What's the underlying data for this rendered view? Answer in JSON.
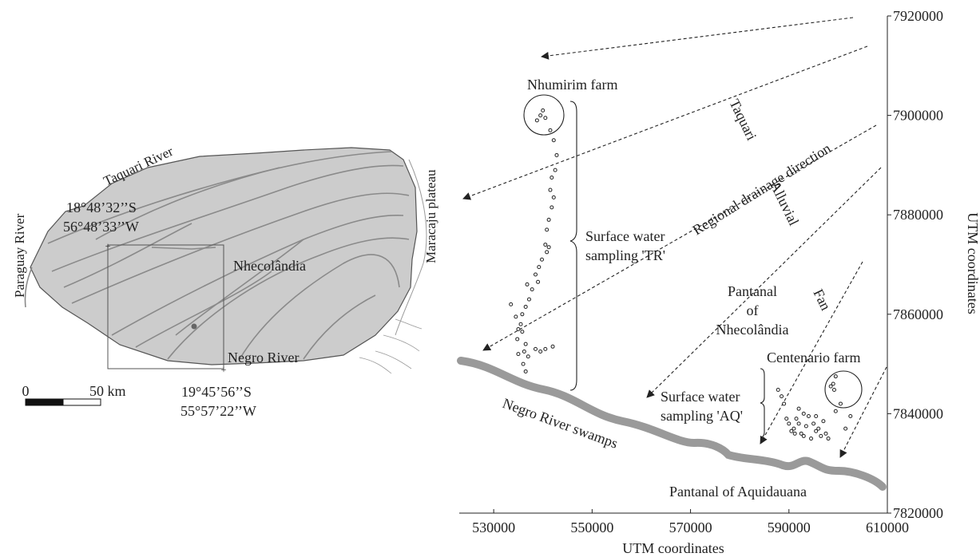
{
  "colors": {
    "region_fill": "#cccccc",
    "river": "#8a8a8a",
    "swamp": "#9a9a9a",
    "ink": "#222222"
  },
  "left_map": {
    "labels": {
      "taquari_river": "Taquari River",
      "paraguay_river": "Paraguay River",
      "maracaju_plateau": "Maracaju plateau",
      "nhecolandia": "Nhecolândia",
      "negro_river": "Negro River",
      "corner_nw_lat": "18°48’32’’S",
      "corner_nw_lon": "56°48’33’’W",
      "corner_se_lat": "19°45’56’’S",
      "corner_se_lon": "55°57’22’’W"
    },
    "scale": {
      "zero": "0",
      "label": "50 km"
    }
  },
  "right_map": {
    "labels": {
      "nhumirim_farm": "Nhumirim farm",
      "centenario_farm": "Centenario farm",
      "surface_tr_1": "Surface water",
      "surface_tr_2": "sampling 'TR'",
      "surface_aq_1": "Surface water",
      "surface_aq_2": "sampling 'AQ'",
      "taquari": "Taquari",
      "alluvial": "Alluvial",
      "fan": "Fan",
      "regional_drainage": "Regional drainage direction",
      "pantanal_nhec_1": "Pantanal",
      "pantanal_nhec_2": "of",
      "pantanal_nhec_3": "Nhecolândia",
      "negro_swamps": "Negro River swamps",
      "pantanal_aquidauana": "Pantanal of Aquidauana"
    },
    "x_axis": {
      "label": "UTM coordinates",
      "range": [
        523000,
        610000
      ],
      "ticks": [
        530000,
        550000,
        570000,
        590000,
        610000
      ],
      "tick_labels": [
        "530000",
        "550000",
        "570000",
        "590000",
        "610000"
      ]
    },
    "y_axis": {
      "label": "UTM coordinates",
      "range": [
        7820000,
        7920000
      ],
      "ticks": [
        7820000,
        7840000,
        7860000,
        7880000,
        7900000,
        7920000
      ],
      "tick_labels": [
        "7820000",
        "7840000",
        "7860000",
        "7880000",
        "7900000",
        "7920000"
      ]
    },
    "tr_points": [
      [
        540000,
        7901000
      ],
      [
        539500,
        7900000
      ],
      [
        538800,
        7899000
      ],
      [
        540500,
        7899500
      ],
      [
        541500,
        7897000
      ],
      [
        542200,
        7895000
      ],
      [
        542800,
        7892000
      ],
      [
        542500,
        7889000
      ],
      [
        541800,
        7887500
      ],
      [
        541500,
        7885000
      ],
      [
        542200,
        7883500
      ],
      [
        541800,
        7881500
      ],
      [
        541200,
        7879000
      ],
      [
        540800,
        7877000
      ],
      [
        540500,
        7874000
      ],
      [
        541200,
        7873500
      ],
      [
        540800,
        7872500
      ],
      [
        539800,
        7871000
      ],
      [
        539200,
        7869500
      ],
      [
        538500,
        7868000
      ],
      [
        539000,
        7866500
      ],
      [
        537800,
        7865000
      ],
      [
        537200,
        7863000
      ],
      [
        536500,
        7861500
      ],
      [
        535800,
        7860000
      ],
      [
        535500,
        7858000
      ],
      [
        535000,
        7857000
      ],
      [
        535800,
        7856500
      ],
      [
        534800,
        7855000
      ],
      [
        536500,
        7854000
      ],
      [
        538500,
        7853000
      ],
      [
        539500,
        7852500
      ],
      [
        540500,
        7853000
      ],
      [
        542000,
        7853500
      ],
      [
        536000,
        7850000
      ],
      [
        536500,
        7848500
      ],
      [
        537000,
        7851500
      ],
      [
        536200,
        7852500
      ],
      [
        535000,
        7852000
      ],
      [
        533500,
        7862000
      ],
      [
        534500,
        7859500
      ],
      [
        536800,
        7866000
      ]
    ],
    "aq_points": [
      [
        599500,
        7847500
      ],
      [
        599000,
        7846000
      ],
      [
        598500,
        7845500
      ],
      [
        599200,
        7844800
      ],
      [
        593000,
        7840000
      ],
      [
        592000,
        7838000
      ],
      [
        591000,
        7837000
      ],
      [
        590500,
        7836500
      ],
      [
        591500,
        7839000
      ],
      [
        592500,
        7836000
      ],
      [
        593500,
        7837500
      ],
      [
        594000,
        7839500
      ],
      [
        595000,
        7838000
      ],
      [
        595500,
        7836500
      ],
      [
        596000,
        7837000
      ],
      [
        597000,
        7838500
      ],
      [
        597500,
        7836000
      ],
      [
        596500,
        7835500
      ],
      [
        594500,
        7835000
      ],
      [
        593000,
        7835500
      ],
      [
        590000,
        7838000
      ],
      [
        589500,
        7839000
      ],
      [
        592000,
        7841000
      ],
      [
        589000,
        7842000
      ],
      [
        588500,
        7843500
      ],
      [
        587800,
        7844800
      ],
      [
        599500,
        7840500
      ],
      [
        600500,
        7842000
      ],
      [
        602500,
        7839500
      ],
      [
        601500,
        7837000
      ],
      [
        598000,
        7835000
      ],
      [
        595500,
        7839500
      ],
      [
        591200,
        7836000
      ]
    ]
  }
}
